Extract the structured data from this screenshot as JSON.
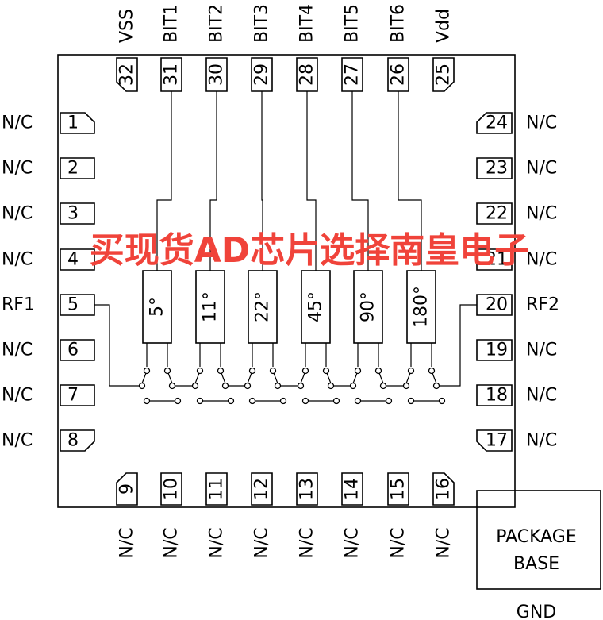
{
  "top_pins": [
    {
      "num": "32",
      "name": "VSS",
      "chamfer": "left"
    },
    {
      "num": "31",
      "name": "BIT1"
    },
    {
      "num": "30",
      "name": "BIT2"
    },
    {
      "num": "29",
      "name": "BIT3"
    },
    {
      "num": "28",
      "name": "BIT4"
    },
    {
      "num": "27",
      "name": "BIT5"
    },
    {
      "num": "26",
      "name": "BIT6"
    },
    {
      "num": "25",
      "name": "Vdd",
      "chamfer": "right"
    }
  ],
  "left_pins": [
    {
      "num": "1",
      "name": "N/C",
      "chamfer": "top"
    },
    {
      "num": "2",
      "name": "N/C"
    },
    {
      "num": "3",
      "name": "N/C"
    },
    {
      "num": "4",
      "name": "N/C"
    },
    {
      "num": "5",
      "name": "RF1"
    },
    {
      "num": "6",
      "name": "N/C"
    },
    {
      "num": "7",
      "name": "N/C"
    },
    {
      "num": "8",
      "name": "N/C",
      "chamfer": "bottom"
    }
  ],
  "right_pins": [
    {
      "num": "24",
      "name": "N/C",
      "chamfer": "top"
    },
    {
      "num": "23",
      "name": "N/C"
    },
    {
      "num": "22",
      "name": "N/C"
    },
    {
      "num": "21",
      "name": "N/C"
    },
    {
      "num": "20",
      "name": "RF2"
    },
    {
      "num": "19",
      "name": "N/C"
    },
    {
      "num": "18",
      "name": "N/C"
    },
    {
      "num": "17",
      "name": "N/C",
      "chamfer": "bottom"
    }
  ],
  "bottom_pins": [
    {
      "num": "9",
      "name": "N/C",
      "chamfer": "left"
    },
    {
      "num": "10",
      "name": "N/C"
    },
    {
      "num": "11",
      "name": "N/C"
    },
    {
      "num": "12",
      "name": "N/C"
    },
    {
      "num": "13",
      "name": "N/C"
    },
    {
      "num": "14",
      "name": "N/C"
    },
    {
      "num": "15",
      "name": "N/C"
    },
    {
      "num": "16",
      "name": "N/C",
      "chamfer": "right"
    }
  ],
  "phase_bits": [
    "5°",
    "11°",
    "22°",
    "45°",
    "90°",
    "180°"
  ],
  "package_base": {
    "line1": "PACKAGE",
    "line2": "BASE",
    "ground_label": "GND"
  },
  "watermark": "买现货AD芯片选择南皇电子",
  "colors": {
    "ink": "#000000",
    "watermark": "#f0433a"
  }
}
